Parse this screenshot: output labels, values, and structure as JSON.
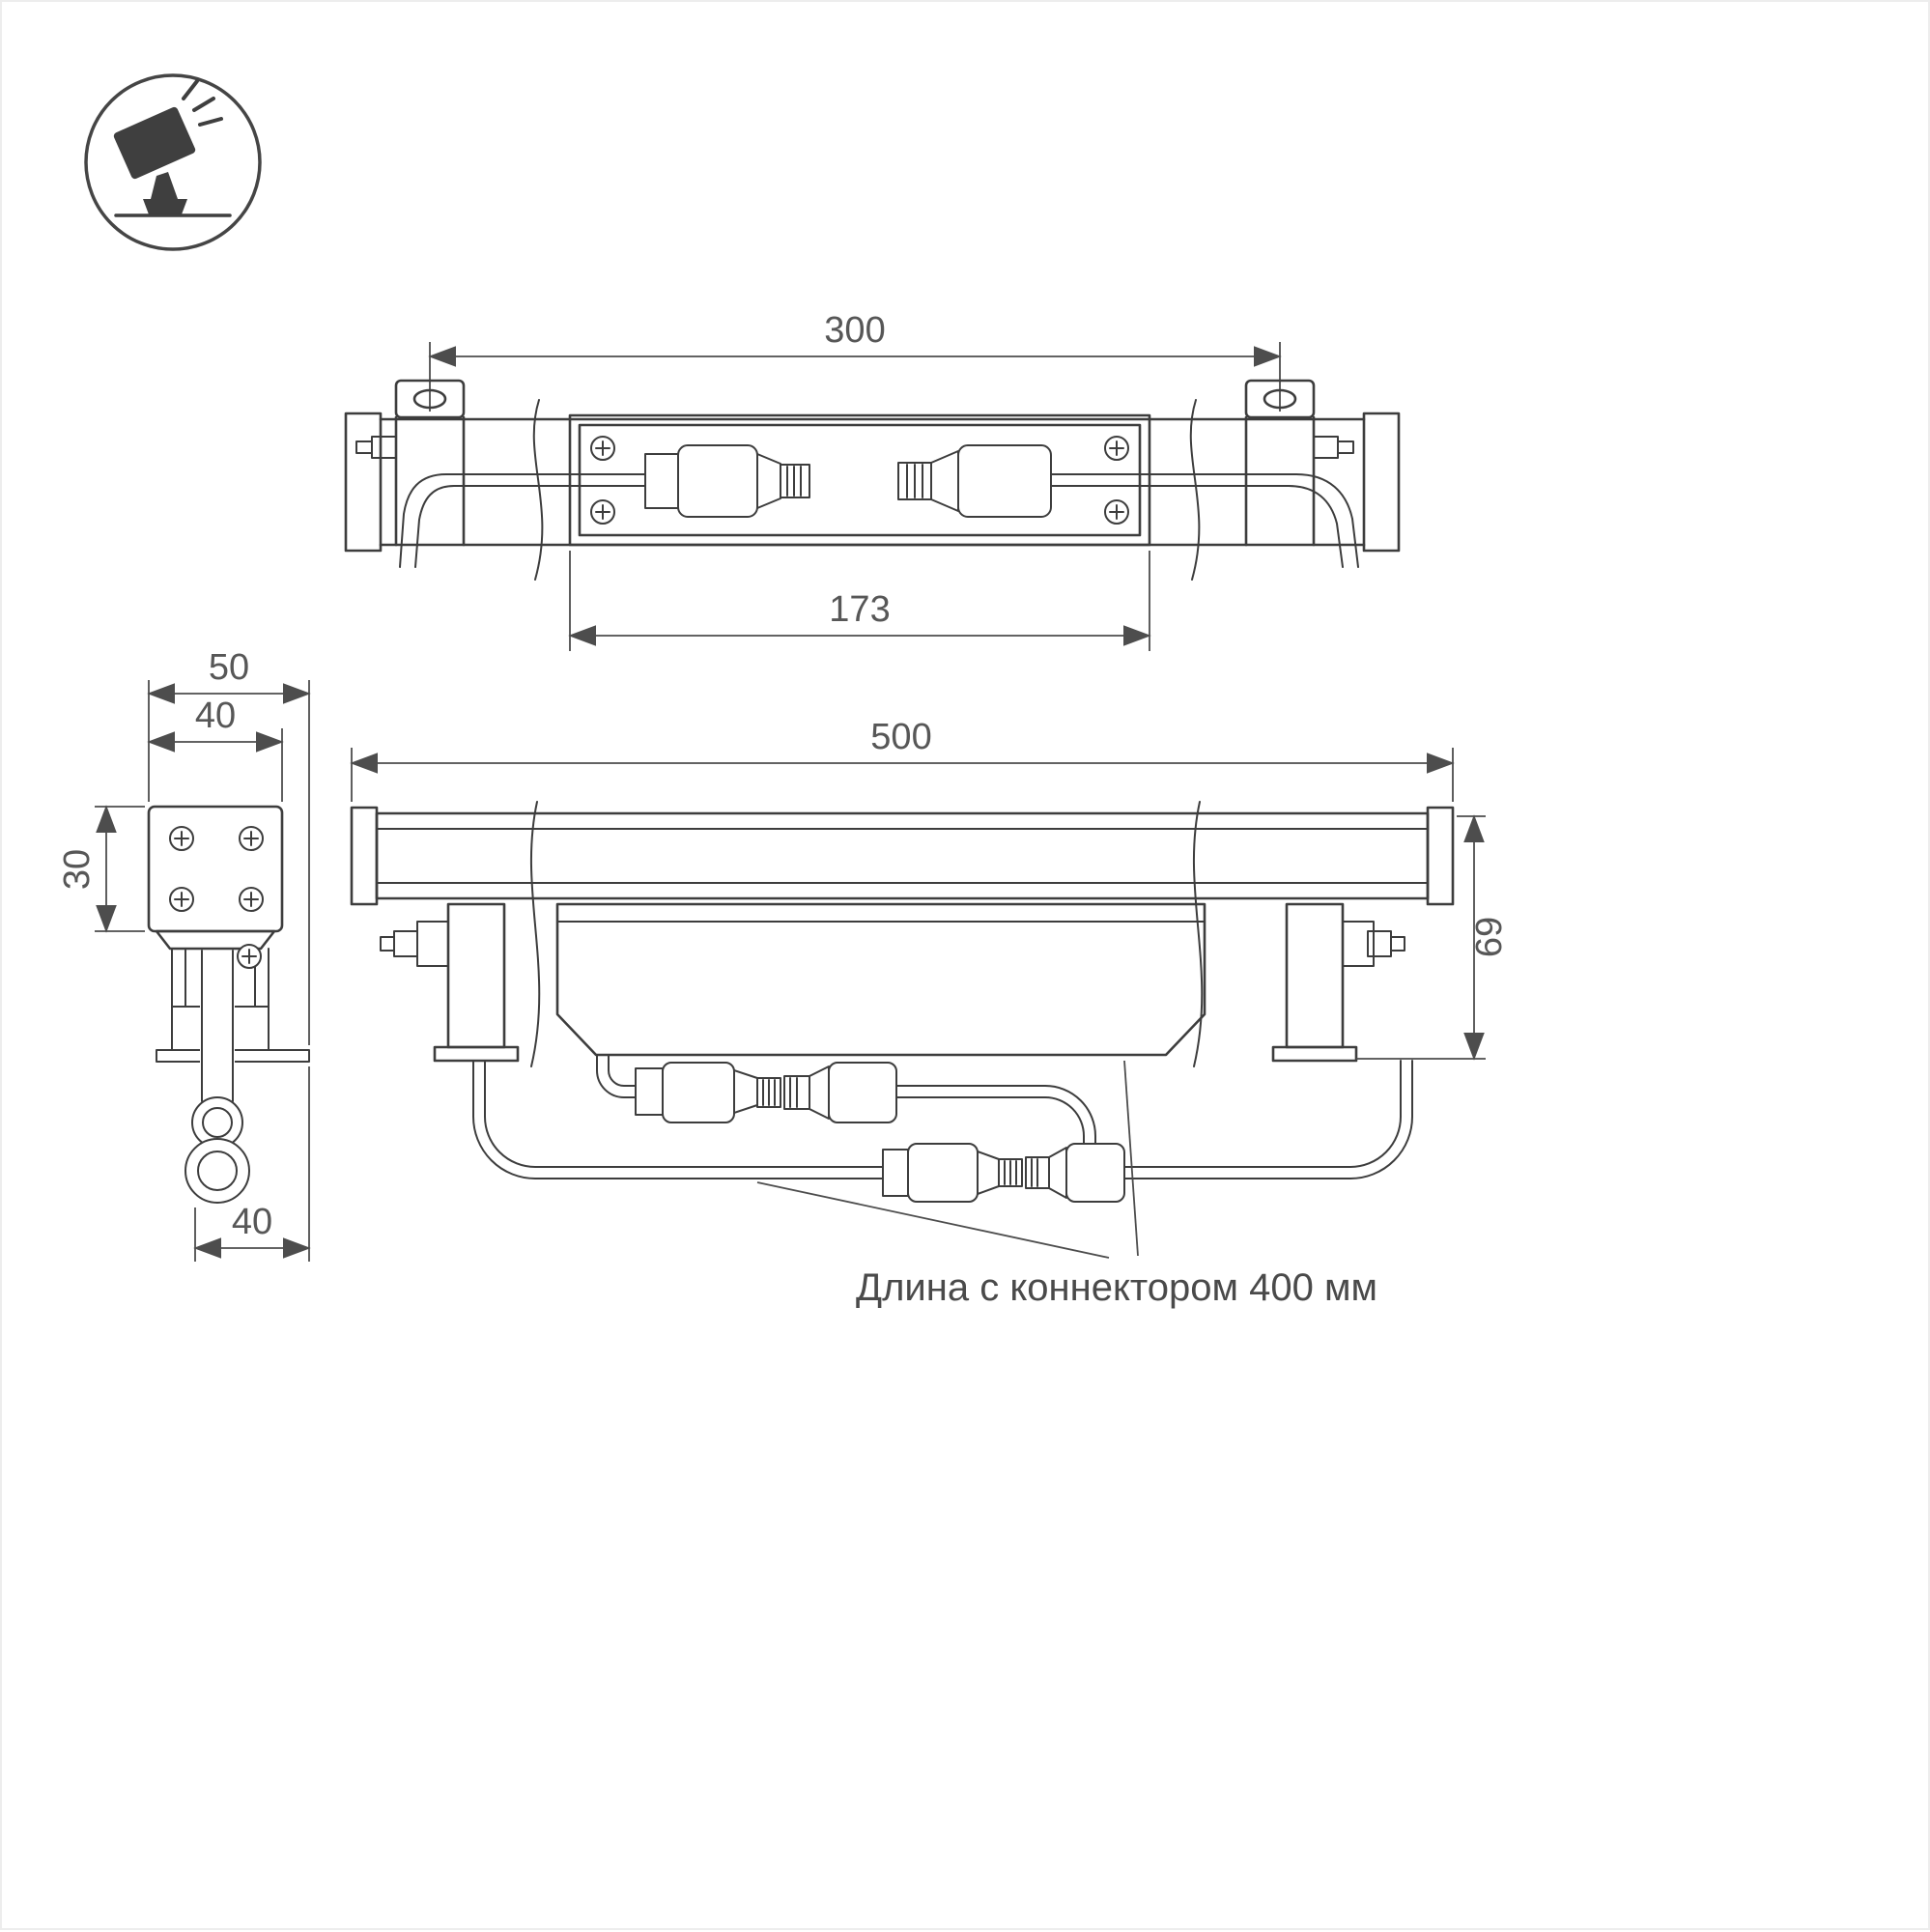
{
  "icons": {
    "product_symbol": "tilted-floodlight-on-ground"
  },
  "dimensions": {
    "top_view": {
      "mounting_spacing": "300",
      "window_length": "173"
    },
    "end_view": {
      "overall_width": "50",
      "body_width": "40",
      "body_height": "30",
      "bracket_depth": "40"
    },
    "side_view": {
      "overall_length": "500",
      "overall_height": "69"
    }
  },
  "note": {
    "cable_length": "Длина с коннектором 400 мм"
  },
  "colors": {
    "line": "#3d3d3d",
    "dimension": "#4d4d4d",
    "text": "#575757",
    "icon_fill": "#3f3f3f",
    "background": "#ffffff"
  }
}
